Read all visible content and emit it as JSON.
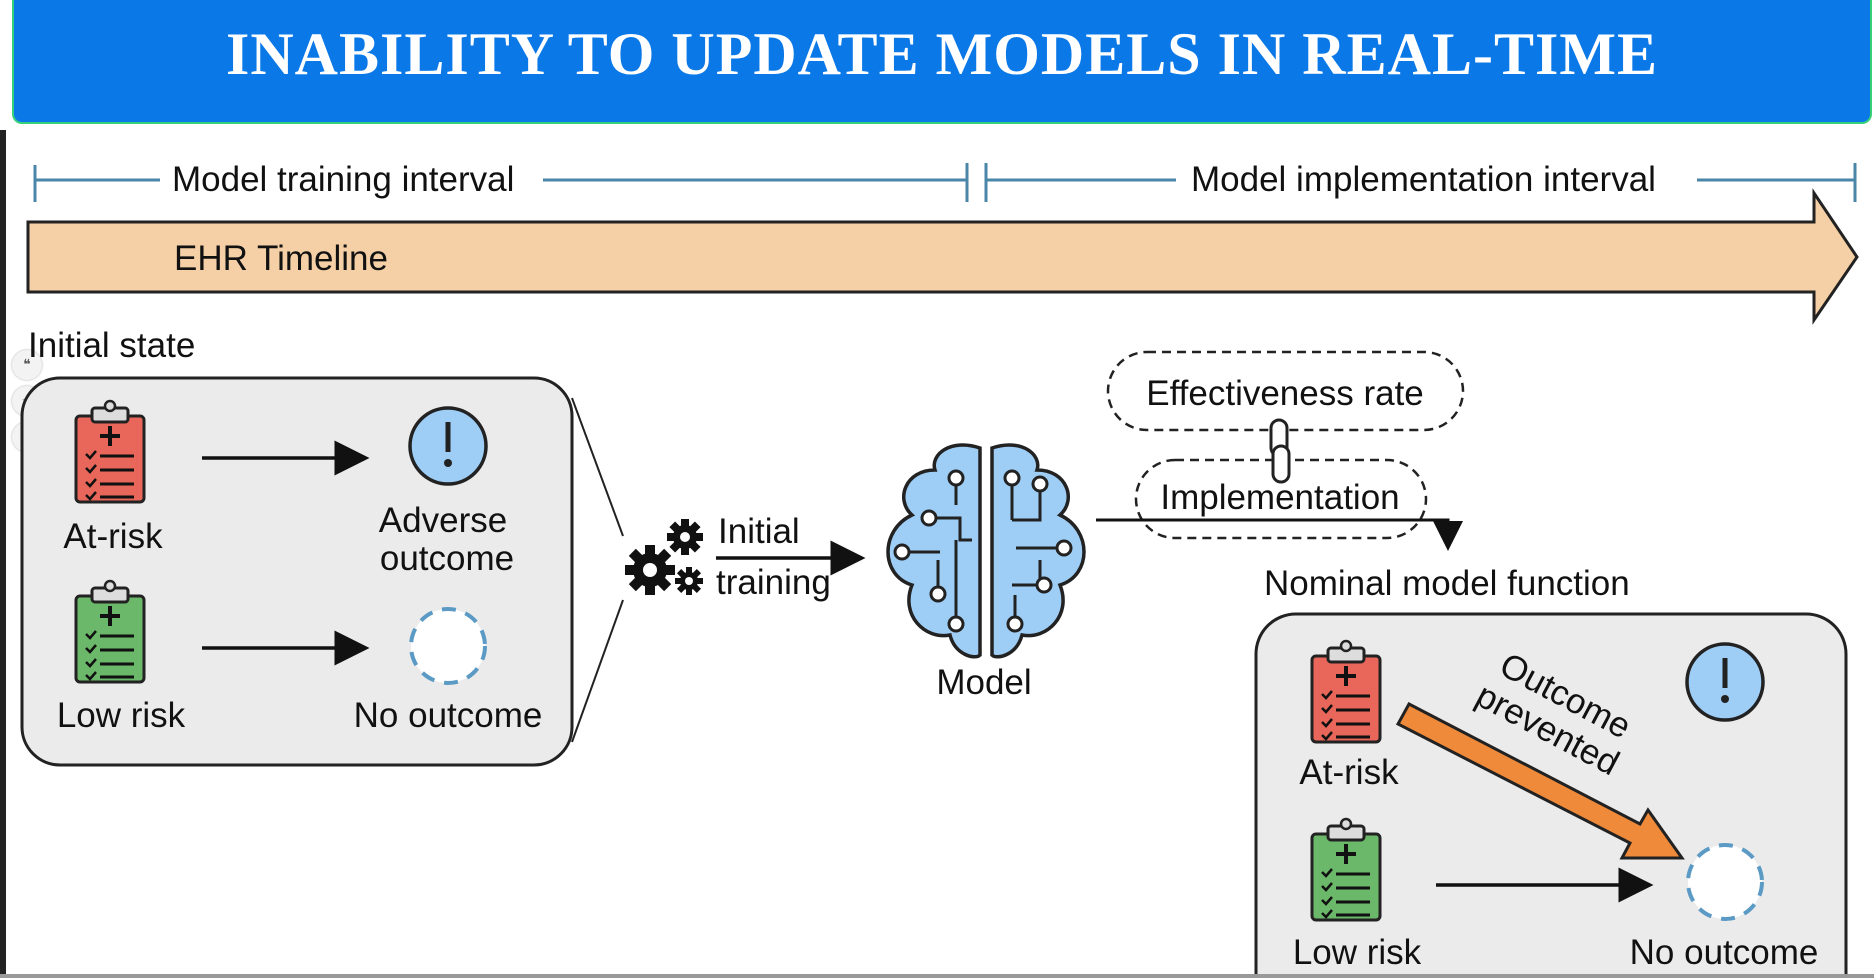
{
  "banner": {
    "title": "INABILITY TO UPDATE MODELS IN REAL-TIME"
  },
  "timeline": {
    "training_interval": "Model training interval",
    "implementation_interval": "Model implementation interval",
    "ehr_label": "EHR Timeline"
  },
  "initial_state": {
    "title": "Initial state",
    "at_risk": "At-risk",
    "low_risk": "Low risk",
    "adverse_line1": "Adverse",
    "adverse_line2": "outcome",
    "no_outcome": "No outcome"
  },
  "training": {
    "line1": "Initial",
    "line2": "training"
  },
  "model": {
    "label": "Model"
  },
  "tags": {
    "effectiveness": "Effectiveness rate",
    "implementation": "Implementation"
  },
  "nominal": {
    "title": "Nominal model function",
    "at_risk": "At-risk",
    "low_risk": "Low risk",
    "no_outcome": "No outcome",
    "prevented_line1": "Outcome",
    "prevented_line2": "prevented"
  },
  "side_tools": [
    "quote-icon",
    "sparkle-icon",
    "translate-icon"
  ],
  "colors": {
    "banner": "#0b78e8",
    "banner_border": "#37d07a",
    "timeline_line": "#4a86a8",
    "ehr_arrow": "#f5d0a6",
    "panel": "#ebebeb",
    "at_risk": "#e8675a",
    "low_risk": "#6cb86a",
    "brain": "#9ecdf6",
    "alert": "#9ecdf6",
    "prevented_arrow": "#ef8a3a"
  }
}
